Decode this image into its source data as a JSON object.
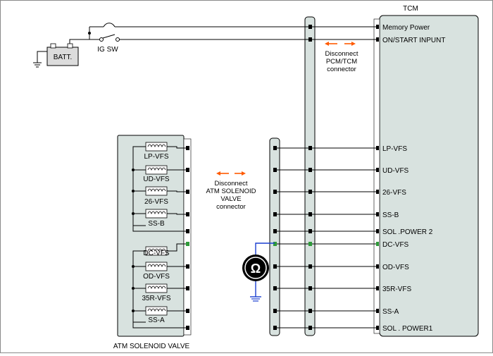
{
  "tcm": {
    "title": "TCM",
    "pins": [
      "Memory Power",
      "ON/START  INPUNT",
      "LP-VFS",
      "UD-VFS",
      "26-VFS",
      "SS-B",
      "SOL .POWER 2",
      "DC-VFS",
      "OD-VFS",
      "35R-VFS",
      "SS-A",
      "SOL . POWER1"
    ],
    "highlight_pin": "DC-VFS",
    "highlight_color": "#2f9a3a"
  },
  "battery": {
    "label": "BATT."
  },
  "ignition_switch": {
    "label": "IG SW"
  },
  "solenoid_valve": {
    "title": "ATM SOLENOID VALVE",
    "coils": [
      "LP-VFS",
      "UD-VFS",
      "26-VFS",
      "SS-B",
      "DC-VFS",
      "OD-VFS",
      "35R-VFS",
      "SS-A"
    ]
  },
  "notes": {
    "pcm_connector": [
      "Disconnect",
      "PCM/TCM",
      "connector"
    ],
    "atm_connector": [
      "Disconnect",
      "ATM SOLENOID",
      "VALVE",
      "connector"
    ]
  },
  "meter": {
    "symbol": "Ω",
    "probe_color": "#1a3fd0"
  },
  "colors": {
    "arrow": "#ff5a00",
    "panel": "#d8e2df"
  }
}
